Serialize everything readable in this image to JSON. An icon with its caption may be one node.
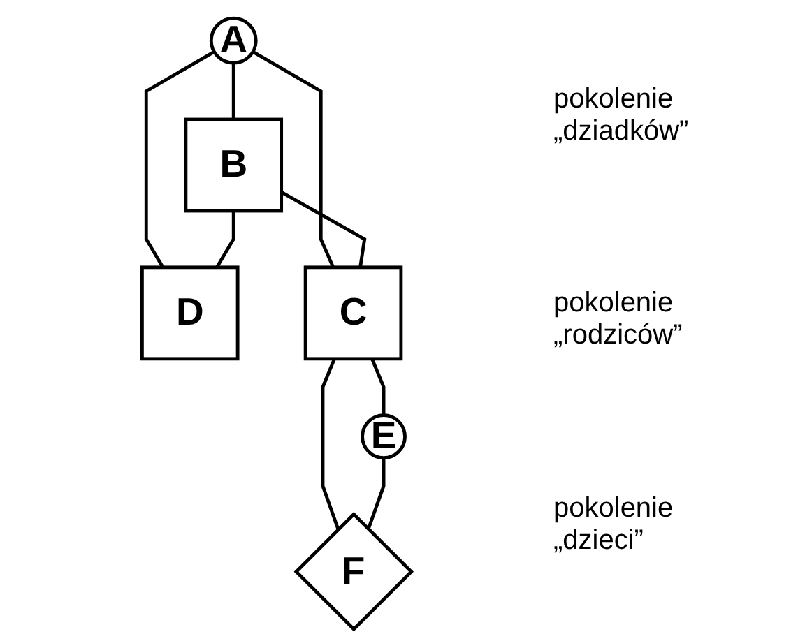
{
  "diagram": {
    "nodes": [
      {
        "text": [
          "A"
        ]
      },
      {
        "text": [
          "B"
        ]
      },
      {
        "text": [
          "D"
        ]
      },
      {
        "text": [
          "C"
        ]
      },
      {
        "text": [
          "E"
        ]
      },
      {
        "text": [
          "F"
        ]
      }
    ],
    "edges": [
      {
        "from": 0,
        "to": 1,
        "arrow": "none"
      },
      {
        "from": 0,
        "to": 2,
        "arrow": "none"
      },
      {
        "from": 1,
        "to": 2,
        "arrow": "none"
      },
      {
        "from": 0,
        "to": 3,
        "arrow": "none"
      },
      {
        "from": 1,
        "to": 3,
        "arrow": "none"
      },
      {
        "from": 3,
        "to": 4,
        "arrow": "none"
      },
      {
        "from": 3,
        "to": 5,
        "arrow": "none"
      },
      {
        "from": 4,
        "to": 5,
        "arrow": "none"
      }
    ],
    "labels": [
      "pokolenie „dziadków”",
      "pokolenie „rodziców”",
      "pokolenie „dzieci”"
    ]
  }
}
